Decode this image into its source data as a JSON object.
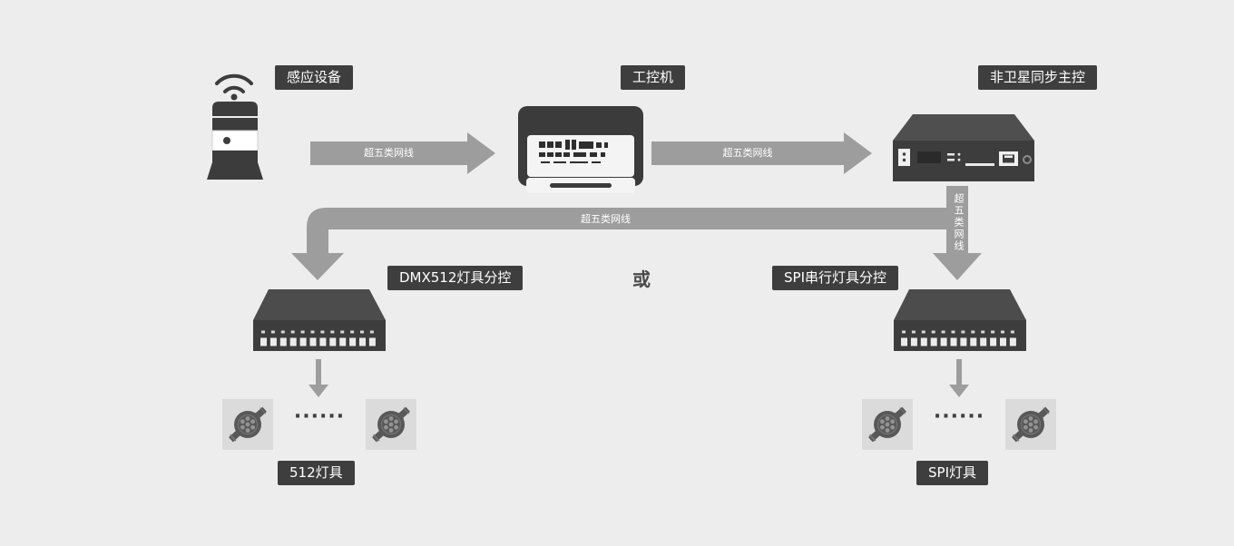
{
  "diagram": {
    "background_color": "#ededed",
    "arrow_color": "#9d9d9d",
    "label_bg_color": "#3e3e3e",
    "or_separator": "或",
    "nodes": {
      "sensor": {
        "label": "感应设备",
        "icon": "wifi-motion-sensor"
      },
      "industrial_pc": {
        "label": "工控机",
        "icon": "industrial-pc-box"
      },
      "master_controller": {
        "label": "非卫星同步主控",
        "icon": "rack-controller"
      },
      "dmx_controller": {
        "label": "DMX512灯具分控",
        "icon": "port-switch"
      },
      "spi_controller": {
        "label": "SPI串行灯具分控",
        "icon": "port-switch"
      },
      "dmx_lamps": {
        "label": "512灯具",
        "ellipsis": "······",
        "icon": "led-pixel-fixture"
      },
      "spi_lamps": {
        "label": "SPI灯具",
        "ellipsis": "······",
        "icon": "led-pixel-fixture"
      }
    },
    "cables": {
      "sensor_to_pc": "超五类网线",
      "pc_to_master": "超五类网线",
      "master_to_dmx": "超五类网线",
      "master_to_spi": "超五类网线"
    }
  }
}
